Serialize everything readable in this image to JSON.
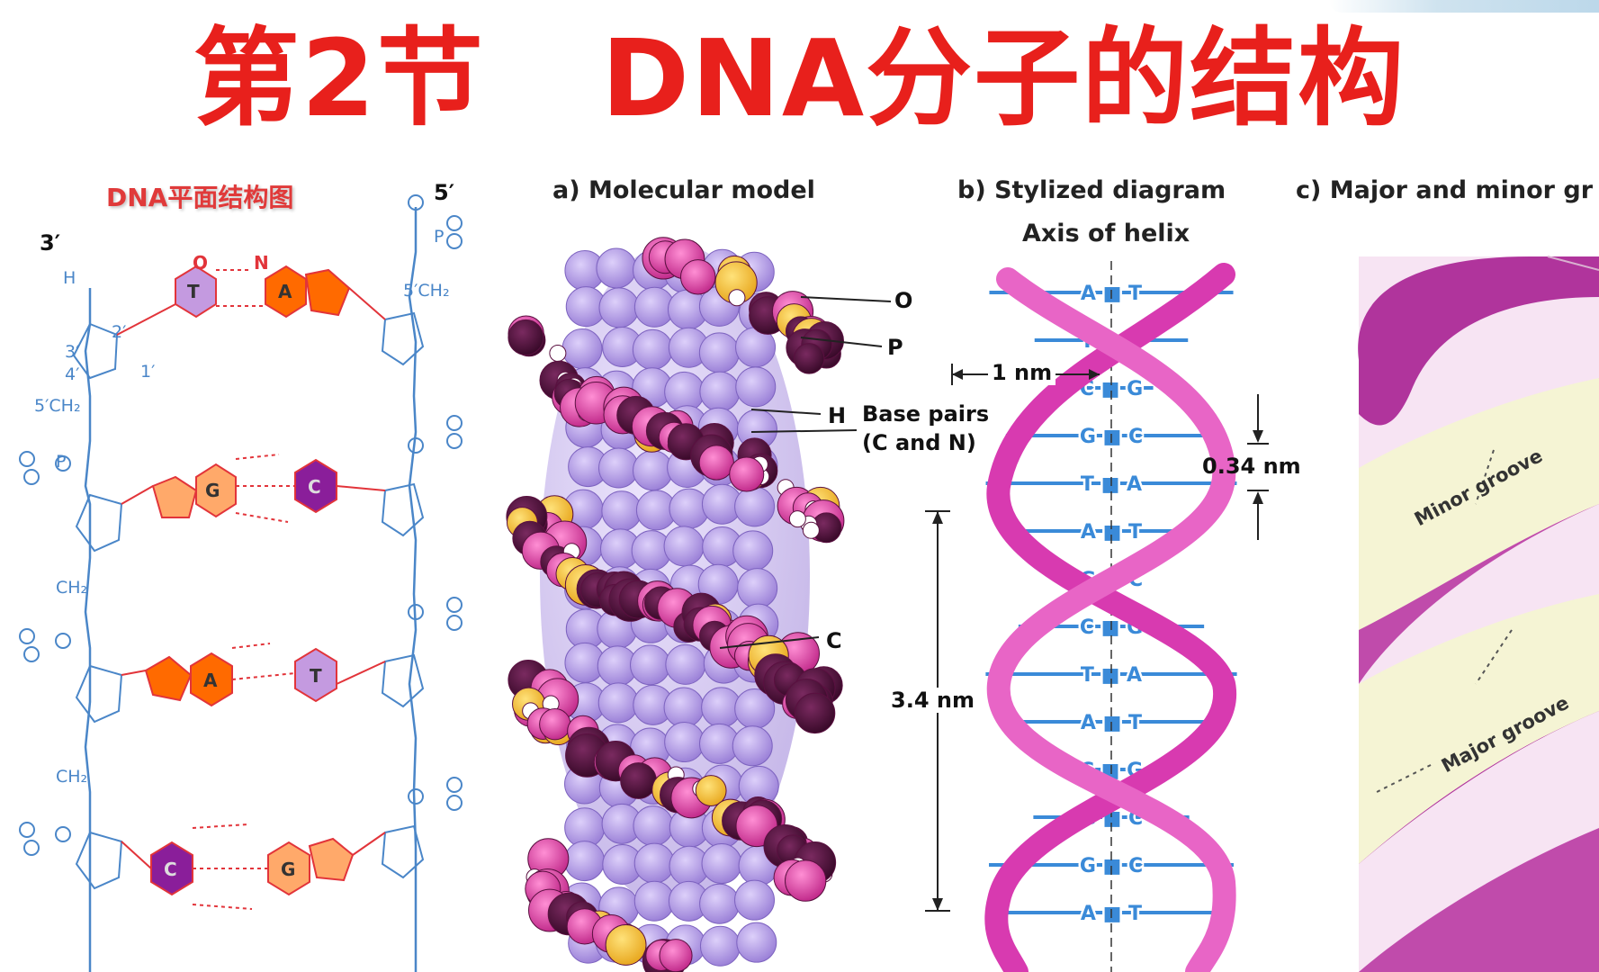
{
  "page_title": "第2节   DNA分子的结构",
  "flat_structure": {
    "title": "DNA平面结构图",
    "end_top_left": "3′",
    "end_top_right": "5′",
    "groups": [
      "CH₂",
      "5′CH₂",
      "5′CH₂",
      "P",
      "O",
      "H",
      "1′",
      "2′",
      "3′",
      "4′"
    ],
    "base_pairs": [
      {
        "left": "T",
        "right": "A"
      },
      {
        "left": "G",
        "right": "C"
      },
      {
        "left": "A",
        "right": "T"
      },
      {
        "left": "C",
        "right": "G"
      }
    ],
    "atoms": {
      "oxygen": "O",
      "nitrogen": "N"
    }
  },
  "molecular_model": {
    "caption": "a)  Molecular model",
    "labels": {
      "O": "O",
      "P": "P",
      "H": "H",
      "C": "C",
      "base_pairs": "Base pairs",
      "base_pairs_sub": "(C and N)"
    }
  },
  "stylized": {
    "caption": "b)  Stylized diagram",
    "axis": "Axis of helix",
    "width": "1 nm",
    "rise": "0.34 nm",
    "pitch": "3.4 nm",
    "pairs": [
      "A ■ T",
      "T ■ A",
      "C ■ G",
      "G ■ C",
      "T ■ A",
      "A ■ T",
      "G ■ C",
      "C ■ G",
      "T ■ A",
      "A ■ T",
      "C ■ G",
      "G ■ C",
      "G ■ C",
      "A ■ T"
    ]
  },
  "grooves": {
    "caption": "c)  Major and minor gr",
    "minor": "Minor groove",
    "major": "Major groove"
  },
  "colors": {
    "title_red": "#e8201c",
    "backbone_blue": "#4a86c8",
    "helix_pink": "#d83ab0",
    "base_lavender": "#b49ce8",
    "groove_purple": "#b0349c",
    "groove_cream": "#f5f4d4"
  }
}
